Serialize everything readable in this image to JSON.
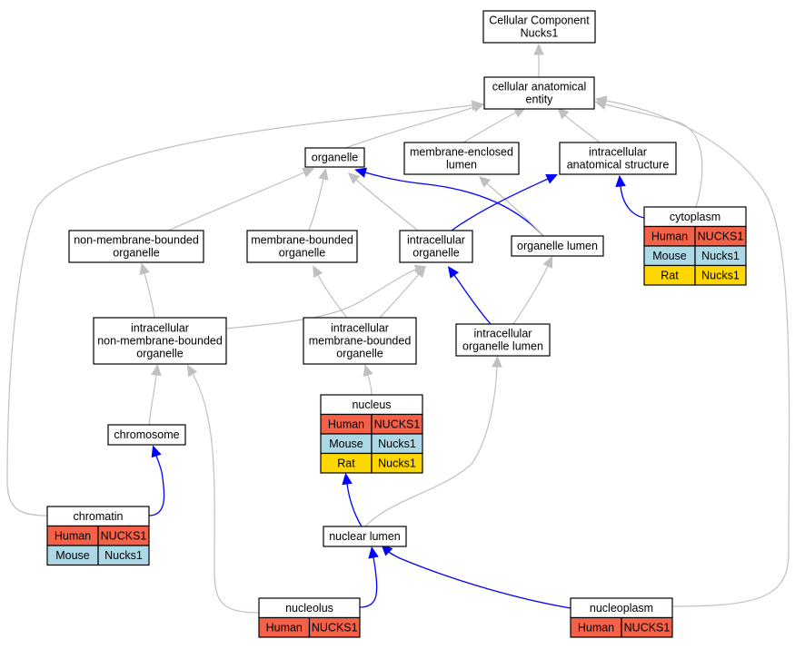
{
  "colors": {
    "human": "#f36148",
    "mouse": "#add8e6",
    "rat": "#ffd700",
    "gray_edge": "#c0c0c0",
    "blue_edge": "#0000ff"
  },
  "nodes": {
    "root": {
      "lines": [
        "Cellular Component",
        "Nucks1"
      ]
    },
    "cae": {
      "lines": [
        "cellular anatomical",
        "entity"
      ]
    },
    "organelle": {
      "lines": [
        "organelle"
      ]
    },
    "mel": {
      "lines": [
        "membrane-enclosed",
        "lumen"
      ]
    },
    "ias": {
      "lines": [
        "intracellular",
        "anatomical structure"
      ]
    },
    "nmbo": {
      "lines": [
        "non-membrane-bounded",
        "organelle"
      ]
    },
    "mbo": {
      "lines": [
        "membrane-bounded",
        "organelle"
      ]
    },
    "io": {
      "lines": [
        "intracellular",
        "organelle"
      ]
    },
    "ol": {
      "lines": [
        "organelle lumen"
      ]
    },
    "inmbo": {
      "lines": [
        "intracellular",
        "non-membrane-bounded",
        "organelle"
      ]
    },
    "imbo": {
      "lines": [
        "intracellular",
        "membrane-bounded",
        "organelle"
      ]
    },
    "iol": {
      "lines": [
        "intracellular",
        "organelle lumen"
      ]
    },
    "chromosome": {
      "lines": [
        "chromosome"
      ]
    },
    "nlumen": {
      "lines": [
        "nuclear lumen"
      ]
    }
  },
  "gene_nodes": {
    "cytoplasm": {
      "title": "cytoplasm",
      "rows": [
        {
          "species": "Human",
          "gene": "NUCKS1"
        },
        {
          "species": "Mouse",
          "gene": "Nucks1"
        },
        {
          "species": "Rat",
          "gene": "Nucks1"
        }
      ]
    },
    "nucleus": {
      "title": "nucleus",
      "rows": [
        {
          "species": "Human",
          "gene": "NUCKS1"
        },
        {
          "species": "Mouse",
          "gene": "Nucks1"
        },
        {
          "species": "Rat",
          "gene": "Nucks1"
        }
      ]
    },
    "chromatin": {
      "title": "chromatin",
      "rows": [
        {
          "species": "Human",
          "gene": "NUCKS1"
        },
        {
          "species": "Mouse",
          "gene": "Nucks1"
        }
      ]
    },
    "nucleolus": {
      "title": "nucleolus",
      "rows": [
        {
          "species": "Human",
          "gene": "NUCKS1"
        }
      ]
    },
    "nucleoplasm": {
      "title": "nucleoplasm",
      "rows": [
        {
          "species": "Human",
          "gene": "NUCKS1"
        }
      ]
    }
  },
  "edges": [
    {
      "from": "cae",
      "to": "root",
      "type": "gray"
    },
    {
      "from": "organelle",
      "to": "cae",
      "type": "gray"
    },
    {
      "from": "mel",
      "to": "cae",
      "type": "gray"
    },
    {
      "from": "ias",
      "to": "cae",
      "type": "gray"
    },
    {
      "from": "cytoplasm",
      "to": "cae",
      "type": "gray"
    },
    {
      "from": "chromatin",
      "to": "cae",
      "type": "gray"
    },
    {
      "from": "nucleoplasm",
      "to": "cae",
      "type": "gray"
    },
    {
      "from": "nmbo",
      "to": "organelle",
      "type": "gray"
    },
    {
      "from": "mbo",
      "to": "organelle",
      "type": "gray"
    },
    {
      "from": "io",
      "to": "organelle",
      "type": "gray"
    },
    {
      "from": "ol",
      "to": "organelle",
      "type": "blue"
    },
    {
      "from": "ol",
      "to": "mel",
      "type": "gray"
    },
    {
      "from": "io",
      "to": "ias",
      "type": "blue"
    },
    {
      "from": "cytoplasm",
      "to": "ias",
      "type": "blue"
    },
    {
      "from": "inmbo",
      "to": "nmbo",
      "type": "gray"
    },
    {
      "from": "inmbo",
      "to": "io",
      "type": "gray"
    },
    {
      "from": "imbo",
      "to": "mbo",
      "type": "gray"
    },
    {
      "from": "imbo",
      "to": "io",
      "type": "gray"
    },
    {
      "from": "iol",
      "to": "io",
      "type": "blue"
    },
    {
      "from": "iol",
      "to": "ol",
      "type": "gray"
    },
    {
      "from": "chromosome",
      "to": "inmbo",
      "type": "gray"
    },
    {
      "from": "nucleolus",
      "to": "inmbo",
      "type": "gray"
    },
    {
      "from": "nucleus",
      "to": "imbo",
      "type": "gray"
    },
    {
      "from": "nlumen",
      "to": "iol",
      "type": "gray"
    },
    {
      "from": "chromatin",
      "to": "chromosome",
      "type": "blue"
    },
    {
      "from": "nlumen",
      "to": "nucleus",
      "type": "blue"
    },
    {
      "from": "nucleolus",
      "to": "nlumen",
      "type": "blue"
    },
    {
      "from": "nucleoplasm",
      "to": "nlumen",
      "type": "blue"
    }
  ]
}
